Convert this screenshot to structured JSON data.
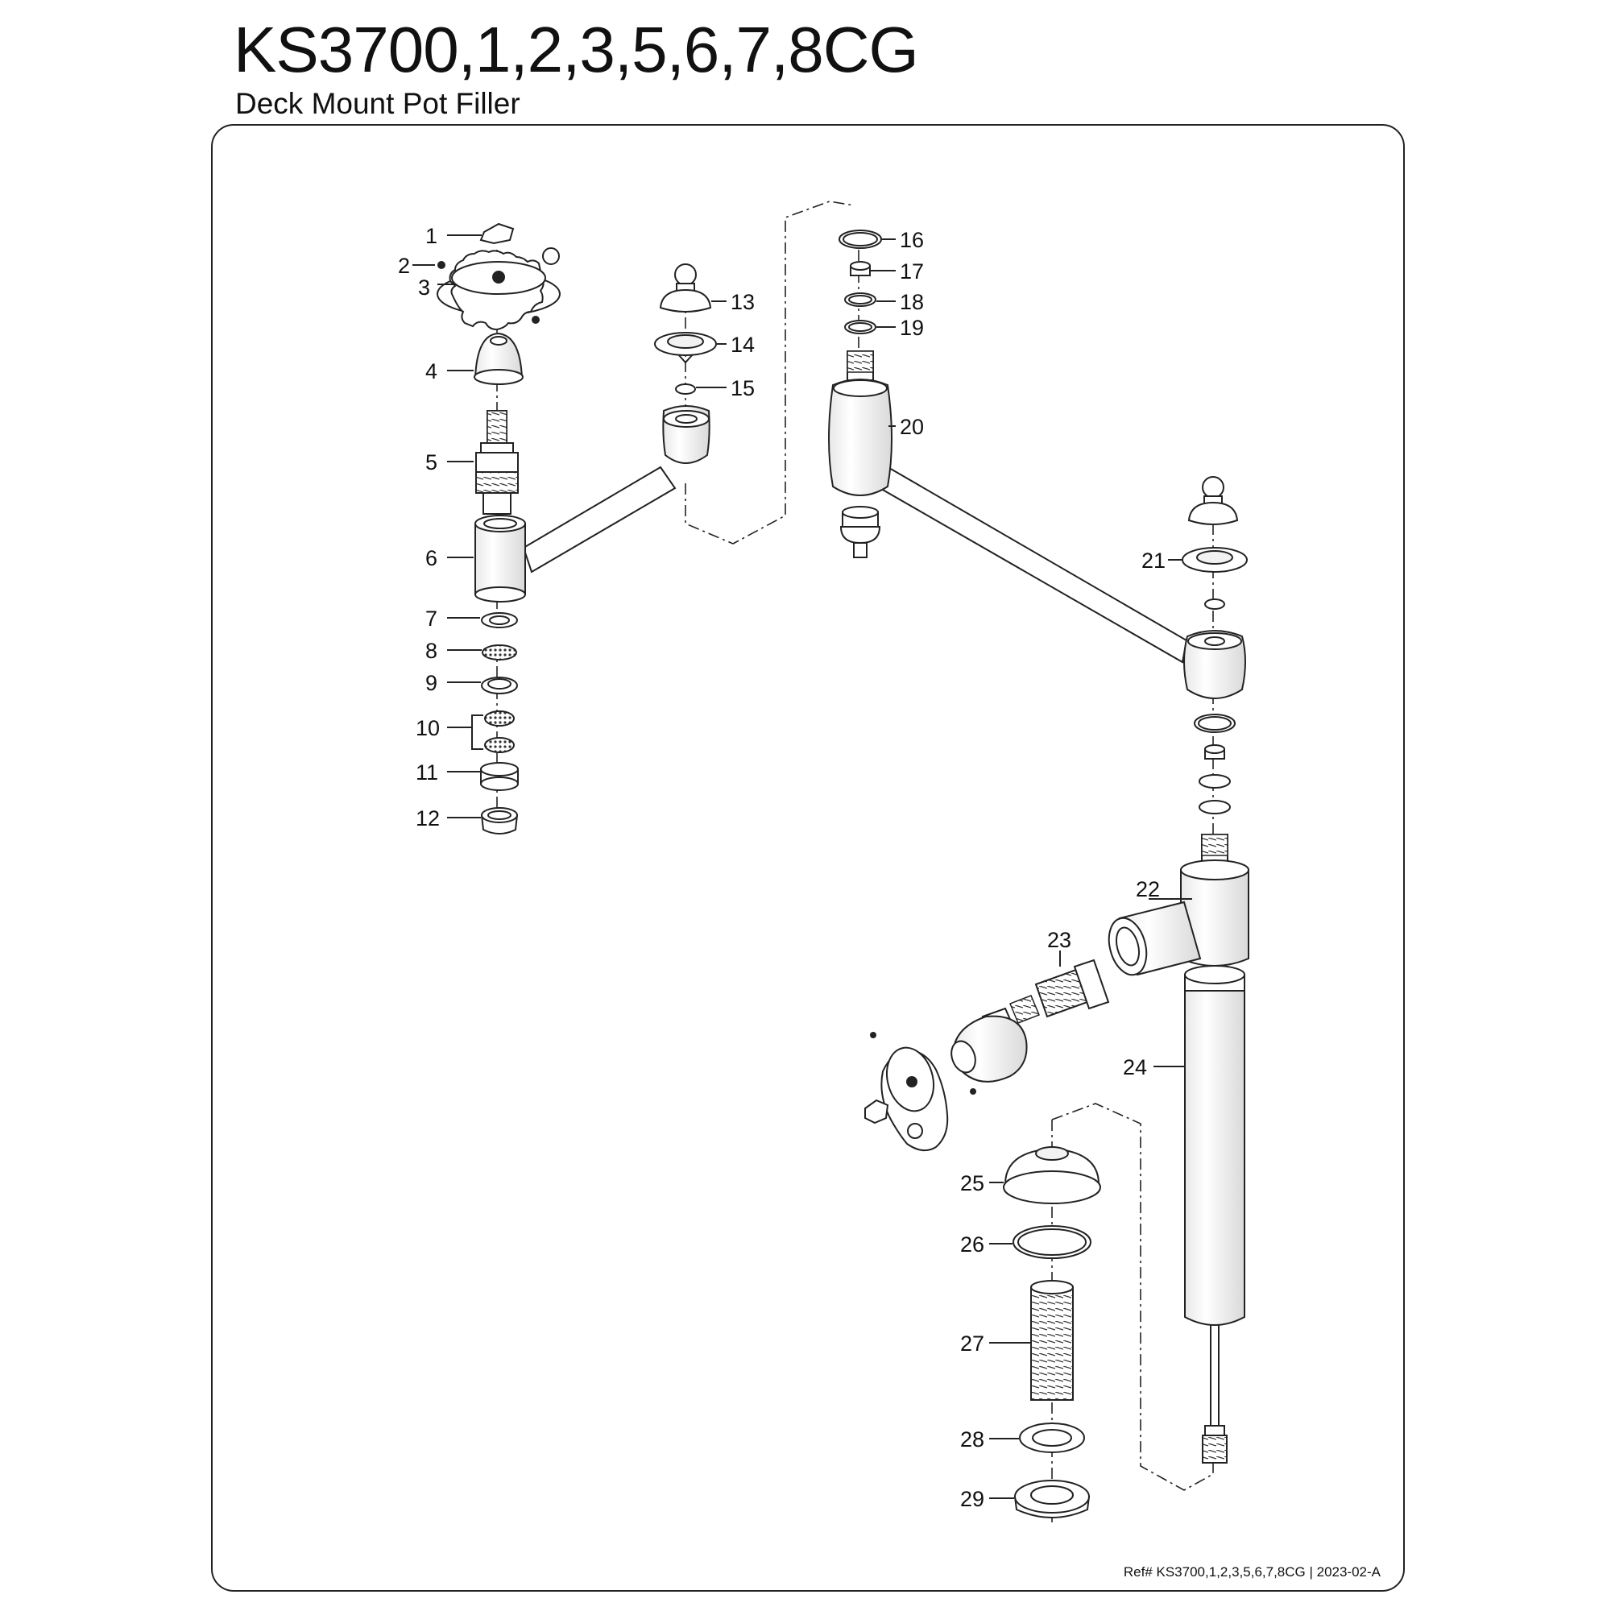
{
  "title": "KS3700,1,2,3,5,6,7,8CG",
  "subtitle": "Deck Mount Pot Filler",
  "reference": "Ref# KS3700,1,2,3,5,6,7,8CG | 2023-02-A",
  "callouts": {
    "c1": "1",
    "c2": "2",
    "c3": "3",
    "c4": "4",
    "c5": "5",
    "c6": "6",
    "c7": "7",
    "c8": "8",
    "c9": "9",
    "c10": "10",
    "c11": "11",
    "c12": "12",
    "c13": "13",
    "c14": "14",
    "c15": "15",
    "c16": "16",
    "c17": "17",
    "c18": "18",
    "c19": "19",
    "c20": "20",
    "c21": "21",
    "c22": "22",
    "c23": "23",
    "c24": "24",
    "c25": "25",
    "c26": "26",
    "c27": "27",
    "c28": "28",
    "c29": "29"
  }
}
